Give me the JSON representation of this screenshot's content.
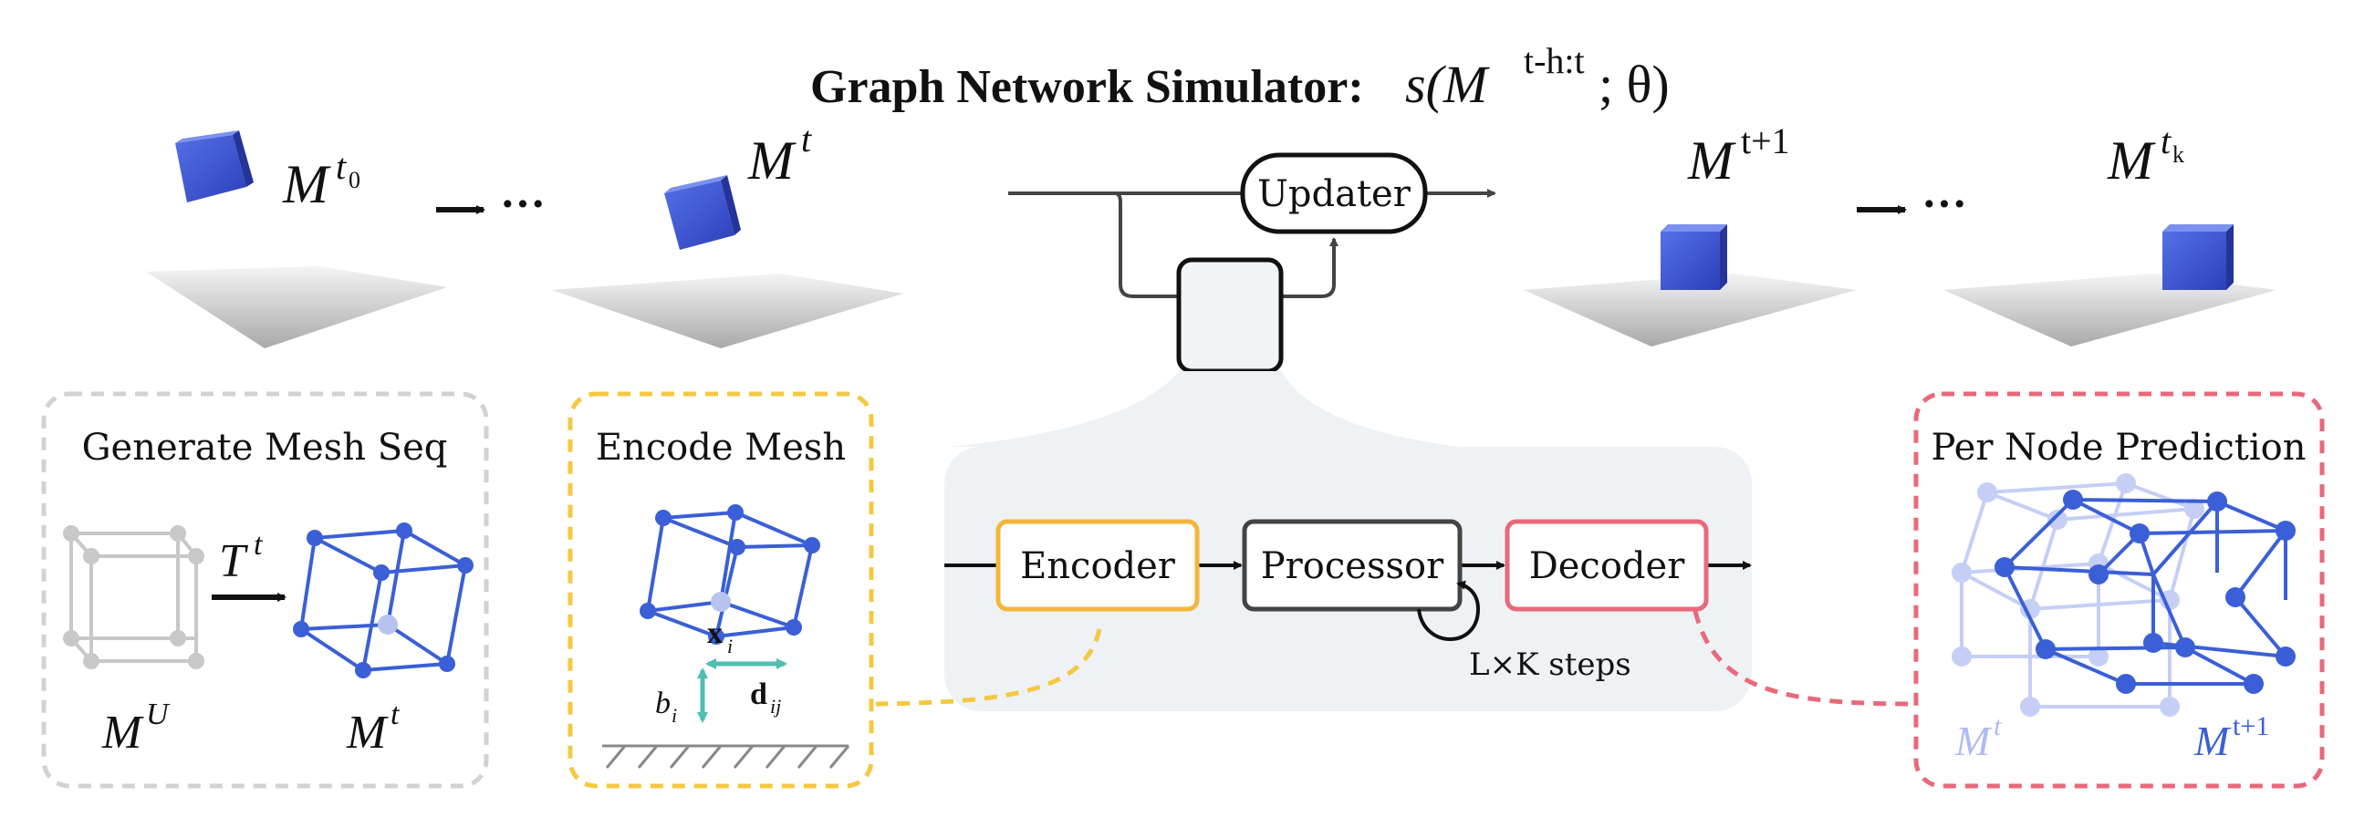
{
  "title": {
    "text": "Graph Network Simulator:",
    "formula_base": "s(M",
    "formula_sup": "t-h:t",
    "formula_tail": "; θ)"
  },
  "frames": [
    {
      "base": "M",
      "sup": "t",
      "sub": "0"
    },
    {
      "base": "M",
      "sup": "t"
    },
    {
      "base": "M",
      "sup": "t+1"
    },
    {
      "base": "M",
      "sup": "t",
      "sub": "k"
    }
  ],
  "ellipsis": "···",
  "updater_label": "Updater",
  "pipeline": {
    "encoder": "Encoder",
    "processor": "Processor",
    "decoder": "Decoder",
    "loop_label": "L×K steps"
  },
  "panels": {
    "generate": {
      "title": "Generate Mesh Seq",
      "transform_base": "T",
      "transform_sup": "t",
      "left_base": "M",
      "left_sup": "U",
      "right_base": "M",
      "right_sup": "t"
    },
    "encode": {
      "title": "Encode Mesh",
      "node_label": "x",
      "node_sub": "i",
      "edge_label": "d",
      "edge_sub": "ij",
      "boundary_label": "b",
      "boundary_sub": "i"
    },
    "predict": {
      "title": "Per Node Prediction",
      "old_base": "M",
      "old_sup": "t",
      "new_base": "M",
      "new_sup": "t+1"
    }
  },
  "colors": {
    "cube_blue": "#3d57d6",
    "mesh_blue": "#3a5fd6",
    "mesh_light_blue": "#c5cff5",
    "encoder_border": "#f2b63c",
    "decoder_border": "#e8697a",
    "gray_dash": "#d2d2d2",
    "yellow_dash": "#f5c842",
    "pink_dash": "#e8697a",
    "teal_arrow": "#4fbfb0",
    "pipeline_bg": "#eef2f4"
  }
}
